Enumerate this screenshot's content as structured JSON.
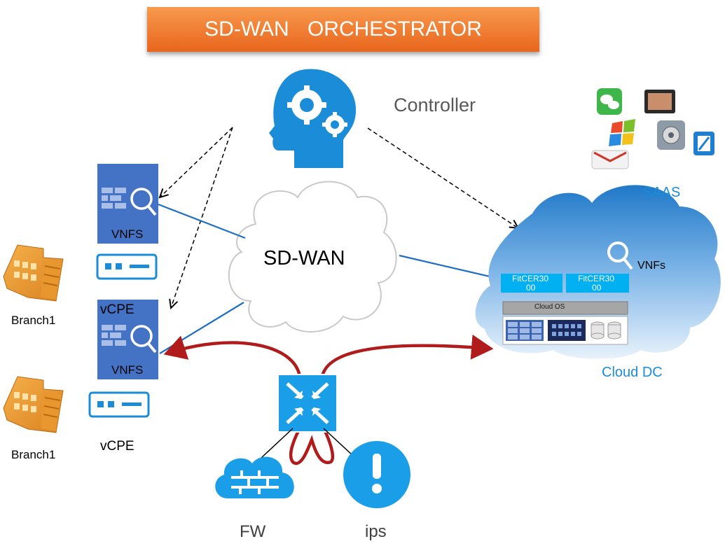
{
  "banner": {
    "title": "SD-WAN ORCHESTRATOR"
  },
  "controller": {
    "label": "Controller"
  },
  "wan": {
    "label": "SD-WAN"
  },
  "branches": [
    {
      "label": "Branch1",
      "vnf_label": "VNFS",
      "cpe_label": "vCPE"
    },
    {
      "label": "Branch1",
      "vnf_label": "VNFS",
      "cpe_label": "vCPE"
    }
  ],
  "cloud": {
    "label": "Cloud DC",
    "saas_label": "SAAS",
    "vnfs_label": "VNFs",
    "fit_boxes": [
      {
        "line1": "FitCER30",
        "line2": "00"
      },
      {
        "line1": "FitCER30",
        "line2": "00"
      }
    ],
    "os_label": "Cloud OS"
  },
  "security": {
    "fw_label": "FW",
    "ips_label": "ips"
  },
  "colors": {
    "banner": "#ee7a2e",
    "vnf_box": "#4472c4",
    "cloud_blue": "#2e88d4",
    "cyan_box": "#00b0f0",
    "red_arrow": "#b01c1c",
    "blue_line": "#1f6fc4"
  }
}
